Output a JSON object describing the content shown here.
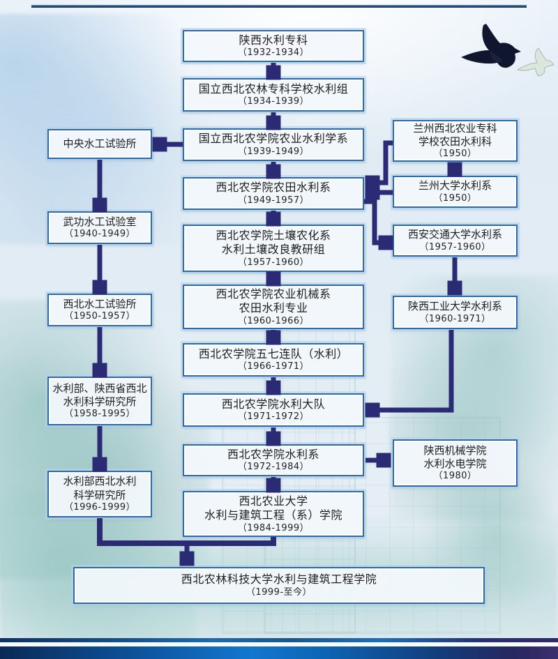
{
  "colors": {
    "arrow": "#2b2a75",
    "box_border": "#2e6aa8",
    "box_fill": "#f3f8fc",
    "footer_blue": "#1277cf",
    "footer_purple": "#3c2e70",
    "background": "#e3edf4"
  },
  "flowchart": {
    "main_line_order": [
      "c1",
      "c2",
      "c3",
      "c4",
      "c5",
      "c6",
      "c7",
      "c8",
      "c9",
      "c10",
      "b1"
    ],
    "left_branch_order": [
      "l1",
      "l2",
      "l3",
      "l4",
      "l5"
    ],
    "right_branch_order": [
      "r1",
      "r2",
      "r3",
      "r4",
      "r5"
    ],
    "nodes": {
      "c1": {
        "title": "陕西水利专科",
        "dates": "（1932-1934）"
      },
      "c2": {
        "title": "国立西北农林专科学校水利组",
        "dates": "（1934-1939）"
      },
      "c3": {
        "title": "国立西北农学院农业水利学系",
        "dates": "（1939-1949）"
      },
      "c4": {
        "title": "西北农学院农田水利系",
        "dates": "（1949-1957）"
      },
      "c5": {
        "title": "西北农学院土壤农化系\n水利土壤改良教研组",
        "dates": "（1957-1960）"
      },
      "c6": {
        "title": "西北农学院农业机械系\n农田水利专业",
        "dates": "（1960-1966）"
      },
      "c7": {
        "title": "西北农学院五七连队（水利）",
        "dates": "（1966-1971）"
      },
      "c8": {
        "title": "西北农学院水利大队",
        "dates": "（1971-1972）"
      },
      "c9": {
        "title": "西北农学院水利系",
        "dates": "（1972-1984）"
      },
      "c10": {
        "title": "西北农业大学\n水利与建筑工程（系）学院",
        "dates": "（1984-1999）"
      },
      "b1": {
        "title": "西北农林科技大学水利与建筑工程学院",
        "dates": "（1999-至今）"
      },
      "l1": {
        "title": "中央水工试验所",
        "dates": ""
      },
      "l2": {
        "title": "武功水工试验室",
        "dates": "（1940-1949）"
      },
      "l3": {
        "title": "西北水工试验所",
        "dates": "（1950-1957）"
      },
      "l4": {
        "title": "水利部、陕西省西北\n水利科学研究所",
        "dates": "（1958-1995）"
      },
      "l5": {
        "title": "水利部西北水利\n科学研究所",
        "dates": "（1996-1999）"
      },
      "r1": {
        "title": "兰州西北农业专科\n学校农田水利科",
        "dates": "（1950）"
      },
      "r2": {
        "title": "兰州大学水利系",
        "dates": "（1950）"
      },
      "r3": {
        "title": "西安交通大学水利系",
        "dates": "（1957-1960）"
      },
      "r4": {
        "title": "陕西工业大学水利系",
        "dates": "（1960-1971）"
      },
      "r5": {
        "title": "陕西机械学院\n水利水电学院",
        "dates": "（1980）"
      }
    },
    "connections": [
      {
        "from": "c1",
        "to": "c2"
      },
      {
        "from": "c2",
        "to": "c3"
      },
      {
        "from": "c3",
        "to": "c4"
      },
      {
        "from": "c4",
        "to": "c5"
      },
      {
        "from": "c5",
        "to": "c6"
      },
      {
        "from": "c6",
        "to": "c7"
      },
      {
        "from": "c7",
        "to": "c8"
      },
      {
        "from": "c8",
        "to": "c9"
      },
      {
        "from": "c9",
        "to": "c10"
      },
      {
        "from": "c10",
        "to": "b1"
      },
      {
        "from": "c3",
        "to": "l1"
      },
      {
        "from": "l1",
        "to": "l2"
      },
      {
        "from": "l2",
        "to": "l3"
      },
      {
        "from": "l3",
        "to": "l4"
      },
      {
        "from": "l4",
        "to": "l5"
      },
      {
        "from": "l5",
        "to": "b1"
      },
      {
        "from": "r1",
        "to": "r2"
      },
      {
        "from": "r1",
        "to": "c4"
      },
      {
        "from": "r2",
        "to": "c4"
      },
      {
        "from": "c4",
        "to": "r3"
      },
      {
        "from": "r3",
        "to": "r4"
      },
      {
        "from": "r4",
        "to": "c8"
      },
      {
        "from": "c9",
        "to": "r5"
      }
    ]
  }
}
